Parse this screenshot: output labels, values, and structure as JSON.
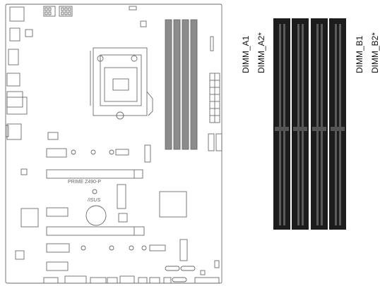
{
  "board": {
    "model_label": "PRIME Z490-P",
    "brand_label": "/ISUS"
  },
  "dimm_labels": {
    "a1": "DIMM_A1",
    "a2": "DIMM_A2*",
    "b1": "DIMM_B1",
    "b2": "DIMM_B2*"
  },
  "colors": {
    "outline": "#6a6a6a",
    "highlight_slot": "#8c8c8c",
    "dimm_dark": "#1c1c1c",
    "dimm_rail": "#5a5a5a"
  }
}
